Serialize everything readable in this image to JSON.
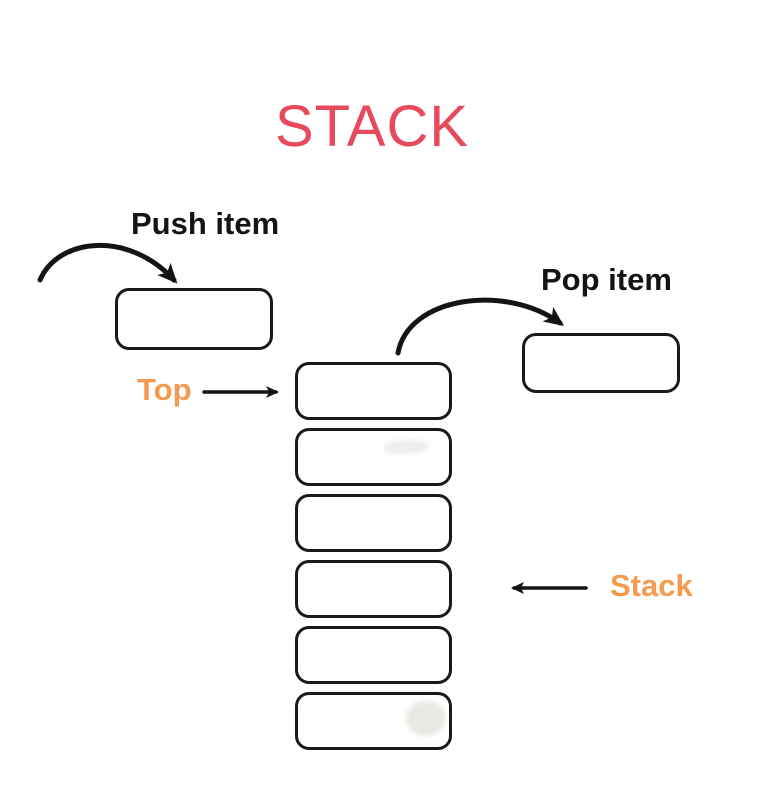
{
  "title": {
    "text": "STACK"
  },
  "labels": {
    "push": "Push item",
    "pop": "Pop item",
    "top": "Top",
    "stack": "Stack"
  },
  "colors": {
    "title_red": "#e8495c",
    "accent_orange": "#f49a51",
    "line_black": "#141414",
    "box_border": "#1a1a1a",
    "background": "#ffffff"
  },
  "stack": {
    "cells": [
      "",
      "",
      "",
      "",
      "",
      ""
    ],
    "artifacts": [
      {
        "cell_index": 2,
        "type": "streak"
      },
      {
        "cell_index": 6,
        "type": "blob"
      }
    ]
  }
}
